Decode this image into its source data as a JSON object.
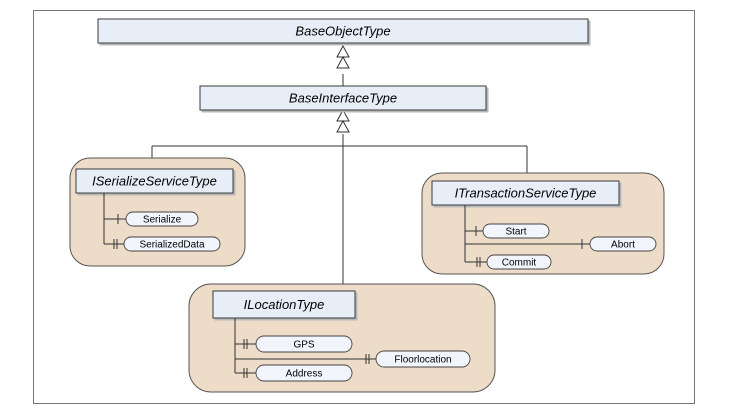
{
  "diagram": {
    "types": {
      "base_object": "BaseObjectType",
      "base_interface": "BaseInterfaceType",
      "serialize": "ISerializeServiceType",
      "transaction": "ITransactionServiceType",
      "location": "ILocationType"
    },
    "members": {
      "serialize": [
        "Serialize",
        "SerializedData"
      ],
      "transaction": [
        "Start",
        "Abort",
        "Commit"
      ],
      "location": [
        "GPS",
        "Floorlocation",
        "Address"
      ]
    }
  }
}
